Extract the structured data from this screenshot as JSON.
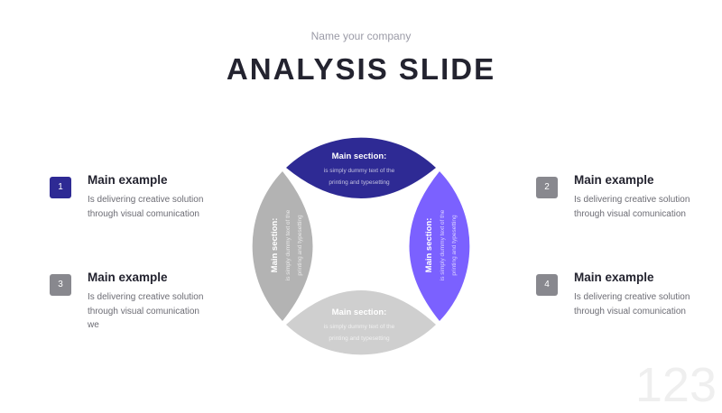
{
  "header": {
    "company": "Name your company",
    "title": "ANALYSIS SLIDE"
  },
  "items": [
    {
      "number": "1",
      "title": "Main example",
      "body": "Is delivering creative solution through visual comunication"
    },
    {
      "number": "2",
      "title": "Main example",
      "body": "Is delivering creative solution through visual comunication"
    },
    {
      "number": "3",
      "title": "Main example",
      "body": "Is delivering creative solution through visual comunication we"
    },
    {
      "number": "4",
      "title": "Main example",
      "body": "Is delivering creative solution through visual comunication"
    }
  ],
  "petals": {
    "top": {
      "title": "Main section:",
      "line1": "is simply dummy text of the",
      "line2": "printing and typesetting",
      "color": "#2e2a94"
    },
    "right": {
      "title": "Main section:",
      "line1": "is simply dummy text of the",
      "line2": "printing and typesetting",
      "color": "#7b61ff"
    },
    "bottom": {
      "title": "Main section:",
      "line1": "is simply dummy text of the",
      "line2": "printing and typesetting",
      "color": "#cfcfcf"
    },
    "left": {
      "title": "Main section:",
      "line1": "is simply dummy text of the",
      "line2": "printing and typesetting",
      "color": "#b3b3b3"
    }
  },
  "page_number": "123"
}
